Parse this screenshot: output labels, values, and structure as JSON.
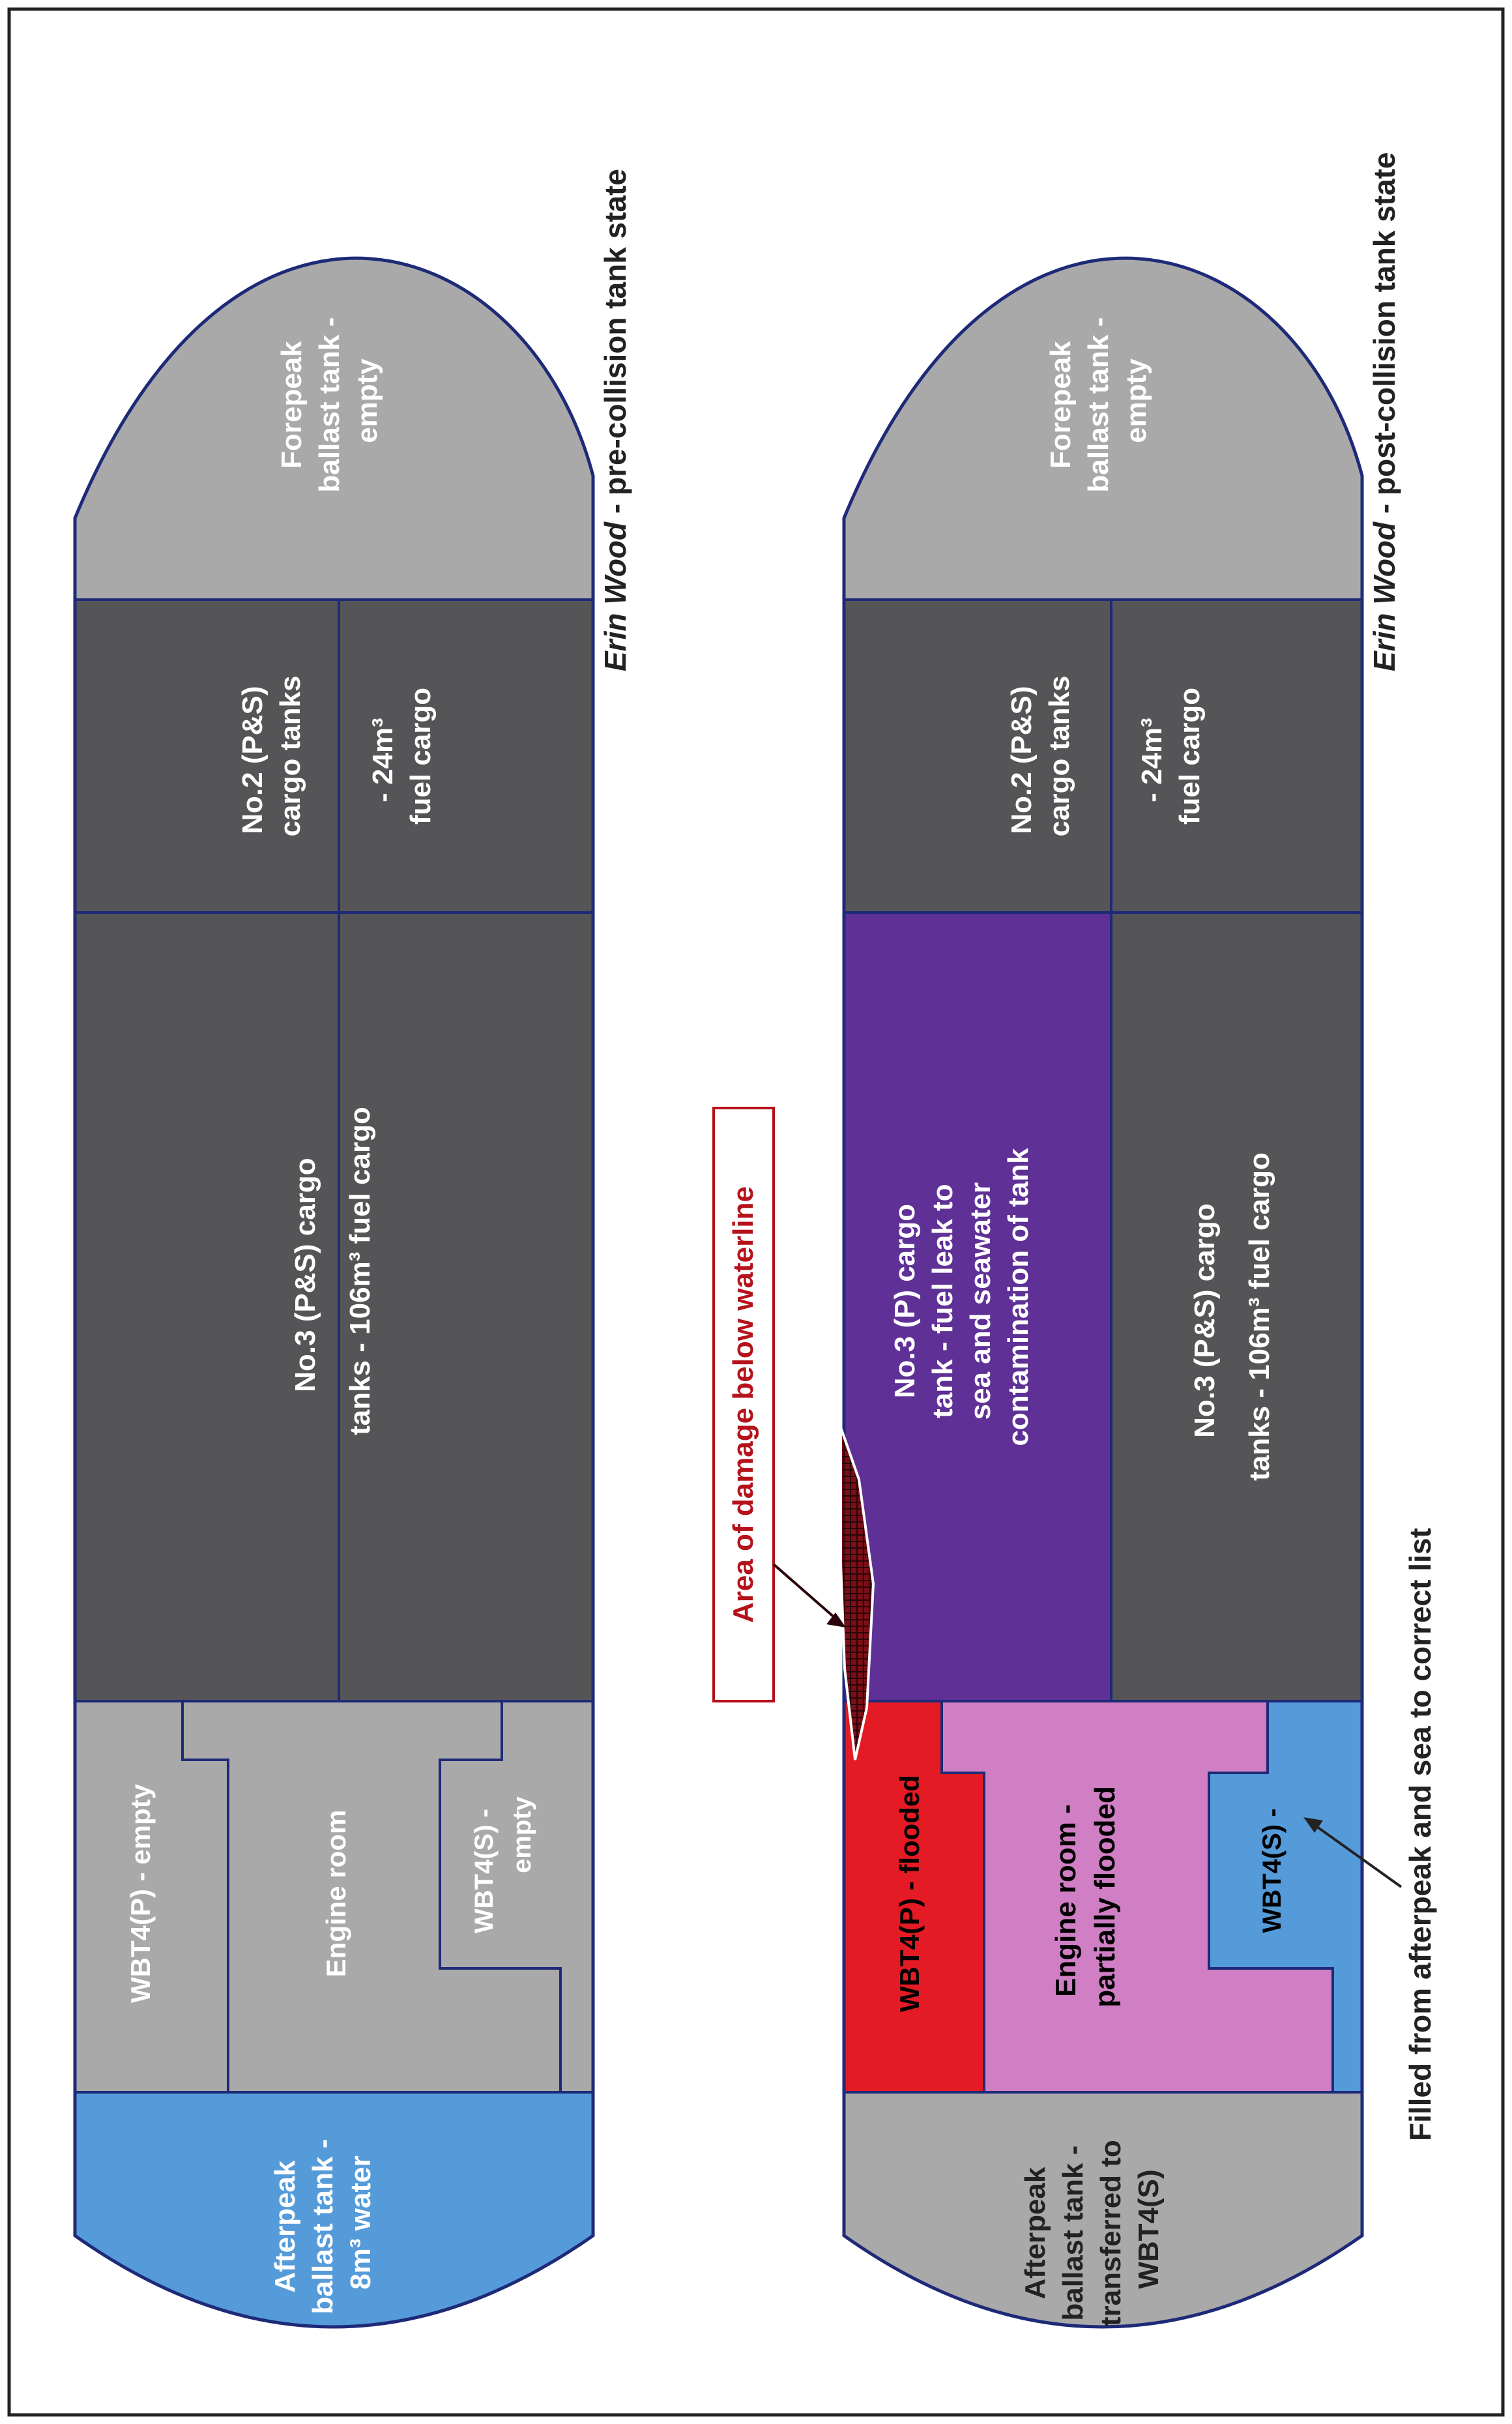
{
  "colors": {
    "outline": "#1e2a78",
    "dark_grey": "#555558",
    "light_grey": "#a9a9a9",
    "blue": "#559bd9",
    "purple": "#5f3196",
    "red": "#e41b24",
    "pink": "#d07fc4",
    "damage": "#7a0f18",
    "callout_red": "#b5121b"
  },
  "pre": {
    "title_name": "Erin Wood",
    "title_rest": " - pre-collision tank state",
    "forepeak": [
      "Forepeak",
      "ballast tank -",
      "empty"
    ],
    "no2": [
      "No.2 (P&S)",
      "cargo tanks"
    ],
    "no2_fuel": [
      "- 24m³",
      "fuel cargo"
    ],
    "no3": [
      "No.3 (P&S) cargo",
      "tanks - 106m³ fuel cargo"
    ],
    "wbt4p": "WBT4(P) - empty",
    "engine": "Engine room",
    "wbt4s": [
      "WBT4(S) -",
      "empty"
    ],
    "afterpeak": [
      "Afterpeak",
      "ballast tank -",
      "8m³ water"
    ]
  },
  "post": {
    "title_name": "Erin Wood",
    "title_rest": " - post-collision tank state",
    "forepeak": [
      "Forepeak",
      "ballast tank -",
      "empty"
    ],
    "no2": [
      "No.2 (P&S)",
      "cargo tanks"
    ],
    "no2_fuel": [
      "- 24m³",
      "fuel cargo"
    ],
    "no3p": [
      "No.3 (P) cargo",
      "tank - fuel leak to",
      "sea and seawater",
      "contamination of tank"
    ],
    "no3ps": [
      "No.3 (P&S) cargo",
      "tanks - 106m³ fuel cargo"
    ],
    "wbt4p": "WBT4(P) - flooded",
    "engine": [
      "Engine room -",
      "partially flooded"
    ],
    "wbt4s": "WBT4(S) -",
    "afterpeak": [
      "Afterpeak",
      "ballast tank -",
      "transferred to",
      "WBT4(S)"
    ],
    "damage_label": "Area of damage below waterline",
    "filled_note": "Filled from afterpeak and sea to correct list"
  }
}
